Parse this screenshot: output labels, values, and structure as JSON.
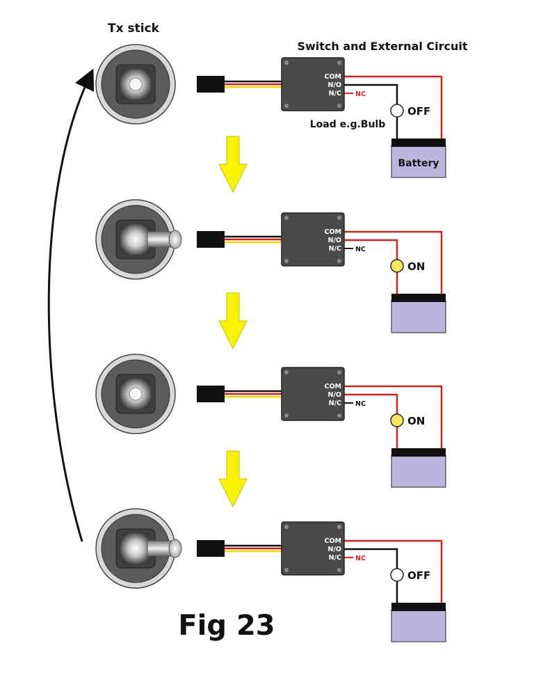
{
  "title_tx": "Tx stick",
  "title_switch": "Switch and External Circuit",
  "load_label": "Load e.g.Bulb",
  "battery_label": "Battery",
  "figure_label": "Fig 23",
  "pins": {
    "com": "COM",
    "no": "N/O",
    "nc": "N/C",
    "nc_tag": "NC"
  },
  "colors": {
    "wire_red": "#d21f1f",
    "wire_black": "#111111",
    "wire_yellow": "#f5d400",
    "arrow_yellow": "#f8f400",
    "battery_fill": "#bcb4dc",
    "switch_body": "#4a4a4a",
    "bulb_on": "#f6e85a",
    "nc_active": "#e02020"
  },
  "states": [
    {
      "stick": "center",
      "state_text": "OFF",
      "bulb_on": false,
      "nc_active": true
    },
    {
      "stick": "pushed",
      "state_text": "ON",
      "bulb_on": true,
      "nc_active": false
    },
    {
      "stick": "center",
      "state_text": "ON",
      "bulb_on": true,
      "nc_active": false
    },
    {
      "stick": "pushed",
      "state_text": "OFF",
      "bulb_on": false,
      "nc_active": true
    }
  ]
}
